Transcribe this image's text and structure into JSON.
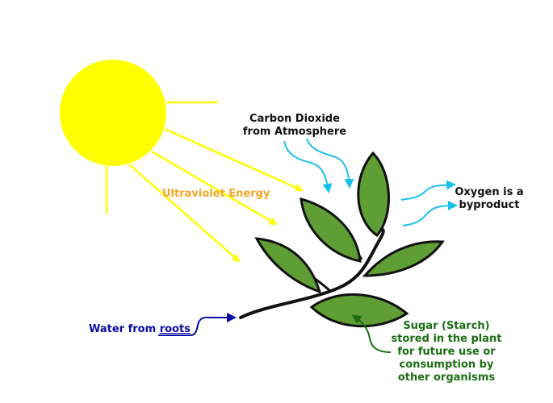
{
  "labels": {
    "co2_line1": "Carbon Dioxide",
    "co2_line2": "from Atmosphere",
    "uv": "Ultraviolet Energy",
    "oxygen_line1": "Oxygen is a",
    "oxygen_line2": "byproduct",
    "water_prefix": "Water from ",
    "water_roots": "roots",
    "sugar_line1": "Sugar (Starch)",
    "sugar_line2": "stored in the plant",
    "sugar_line3": "for future use or",
    "sugar_line4": "consumption by",
    "sugar_line5": "other organisms"
  },
  "colors": {
    "sun": "#ffff00",
    "uv_text": "#f5a623",
    "co2_arrows": "#19c2ec",
    "leaf": "#5f9e35",
    "leaf_outline": "#111111",
    "water": "#0a0aa8",
    "sugar": "#1c6e14",
    "text": "#111111"
  }
}
